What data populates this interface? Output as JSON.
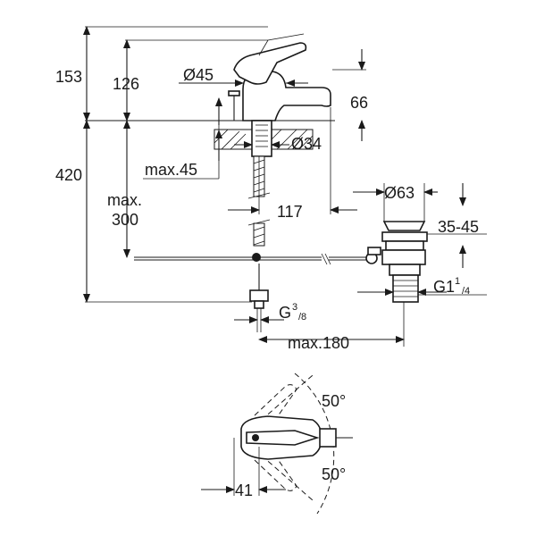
{
  "dimensions": {
    "overall_height": "153",
    "spout_height": "126",
    "spout_diameter": "Ø45",
    "spout_offset": "66",
    "shank_diameter": "Ø34",
    "deck_thickness": "max.45",
    "total_height": "420",
    "hose_length_label": "max.",
    "hose_length_value": "300",
    "reach": "117",
    "waste_diameter": "Ø63",
    "waste_range": "35-45",
    "waste_thread": "G1",
    "waste_thread_sup": "1",
    "waste_thread_sub": "/4",
    "supply_thread": "G",
    "supply_thread_sup": "3",
    "supply_thread_sub": "/8",
    "rod_length": "max.180",
    "handle_angle_top": "50°",
    "handle_angle_bottom": "50°",
    "handle_clearance": "41"
  }
}
